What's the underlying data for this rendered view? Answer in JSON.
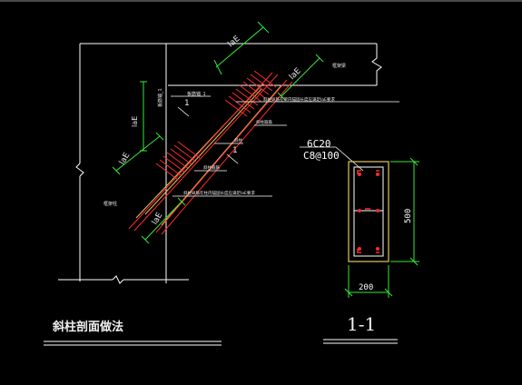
{
  "drawing": {
    "title": "斜柱剖面做法",
    "section_mark": "1-1",
    "colors": {
      "background": "#000000",
      "line_white": "#ffffff",
      "rebar_red": "#ff2a2a",
      "dimension_green": "#38e838",
      "column_yellow": "#e0c860"
    },
    "main_section": {
      "dim_lae_1": "laE",
      "dim_lae_2": "laE",
      "dim_lae_3": "laE",
      "dim_lae_4": "laE",
      "dim_lae_5": "laE",
      "beam_label": "框架梁",
      "slab_label": "板筋锚_1",
      "left_slab_label": "板筋锚_1",
      "column_label": "框架柱",
      "section_mark_a": "1",
      "section_mark_b": "1",
      "note_top": "斜柱纵筋在梁内锚固长度应满足laE要求",
      "note_stirrup_top": "斜柱箍筋",
      "note_center": "斜柱",
      "note_stirrup_bottom": "斜柱箍筋",
      "note_bottom": "斜柱纵筋在柱内锚固长度应满足laE要求"
    },
    "detail_section": {
      "rebar_main": "6C20",
      "rebar_stirrup": "C8@100",
      "width": "200",
      "height": "500"
    }
  }
}
